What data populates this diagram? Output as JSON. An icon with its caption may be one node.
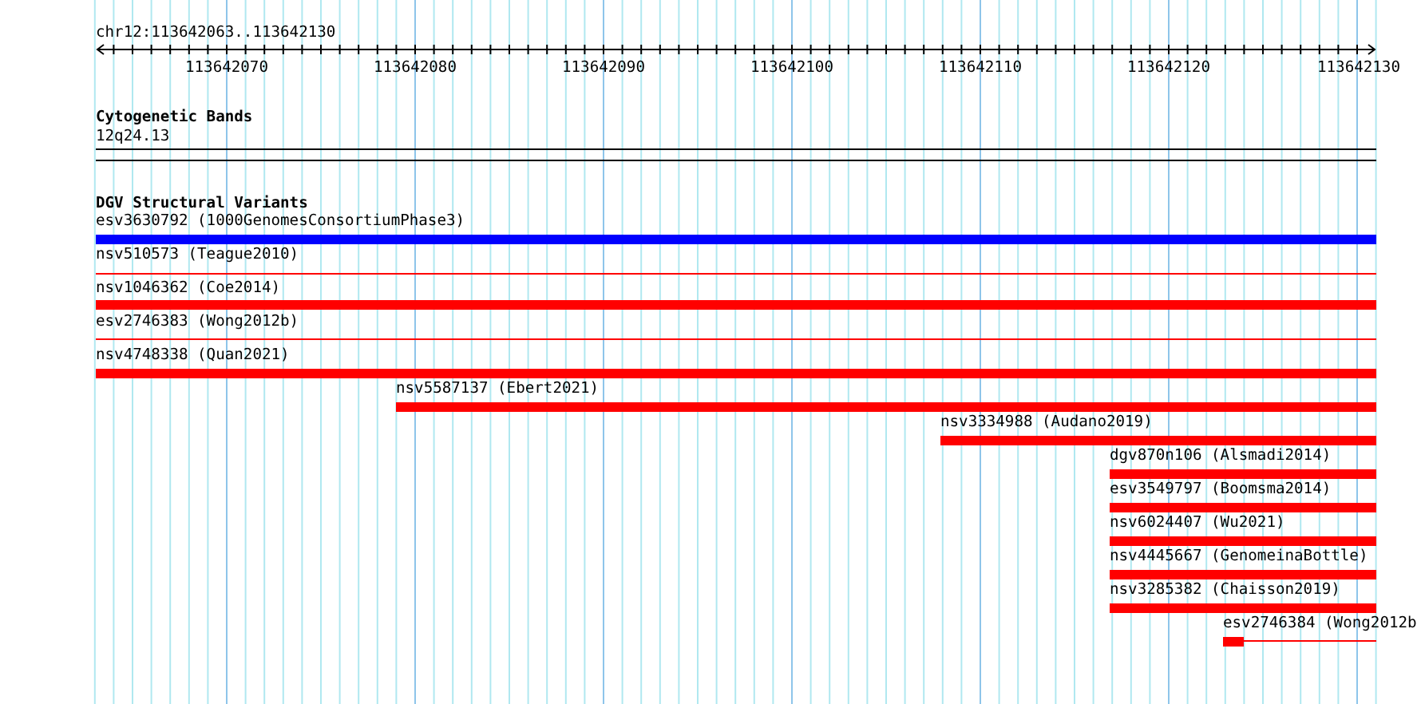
{
  "diagram": {
    "nodes": [
      {
        "text": [
          "esv3630792 (1000GenomesConsortiumPhase3)"
        ]
      },
      {
        "text": [
          "nsv510573 (Teague2010)"
        ]
      },
      {
        "text": [
          "nsv1046362 (Coe2014)"
        ]
      },
      {
        "text": [
          "esv2746383 (Wong2012b)"
        ]
      },
      {
        "text": [
          "nsv4748338 (Quan2021)"
        ]
      },
      {
        "text": [
          "nsv5587137 (Ebert2021)"
        ]
      },
      {
        "text": [
          "nsv3334988 (Audano2019)"
        ]
      },
      {
        "text": [
          "dgv870n106 (Alsmadi2014)"
        ]
      },
      {
        "text": [
          "esv3549797 (Boomsma2014)"
        ]
      },
      {
        "text": [
          "nsv6024407 (Wu2021)"
        ]
      },
      {
        "text": [
          "nsv4445667 (GenomeinaBottle)"
        ]
      },
      {
        "text": [
          "nsv3285382 (Chaisson2019)"
        ]
      },
      {
        "text": [
          "esv2746384 (Wong2012b"
        ]
      }
    ],
    "labels": [
      "chr12:113642063..113642130",
      "113642070",
      "113642080",
      "113642090",
      "113642100",
      "113642110",
      "113642120",
      "113642130",
      "Cytogenetic Bands",
      "12q24.13",
      "DGV Structural Variants"
    ]
  }
}
